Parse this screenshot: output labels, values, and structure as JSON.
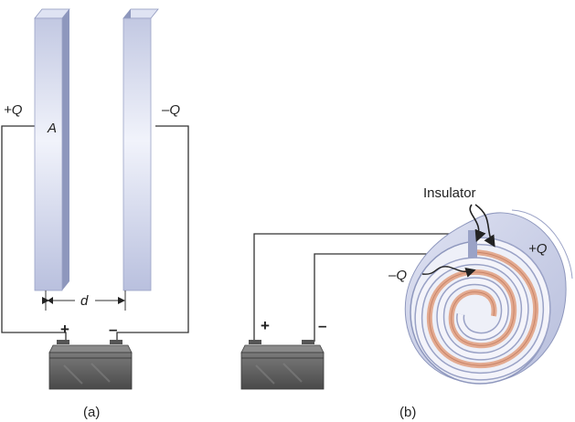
{
  "panel_a": {
    "caption": "(a)",
    "left_charge": "+Q",
    "right_charge": "–Q",
    "area_label": "A",
    "distance_label": "d",
    "battery_plus": "+",
    "battery_minus": "–"
  },
  "panel_b": {
    "caption": "(b)",
    "insulator_label": "Insulator",
    "outer_charge": "+Q",
    "inner_charge": "–Q",
    "battery_plus": "+",
    "battery_minus": "–"
  },
  "colors": {
    "plate_front": "#c9cfe6",
    "plate_side": "#8e97bd",
    "copper": "#e3aa90",
    "foil": "#f2f2f8",
    "battery": "#6e6e6e"
  }
}
